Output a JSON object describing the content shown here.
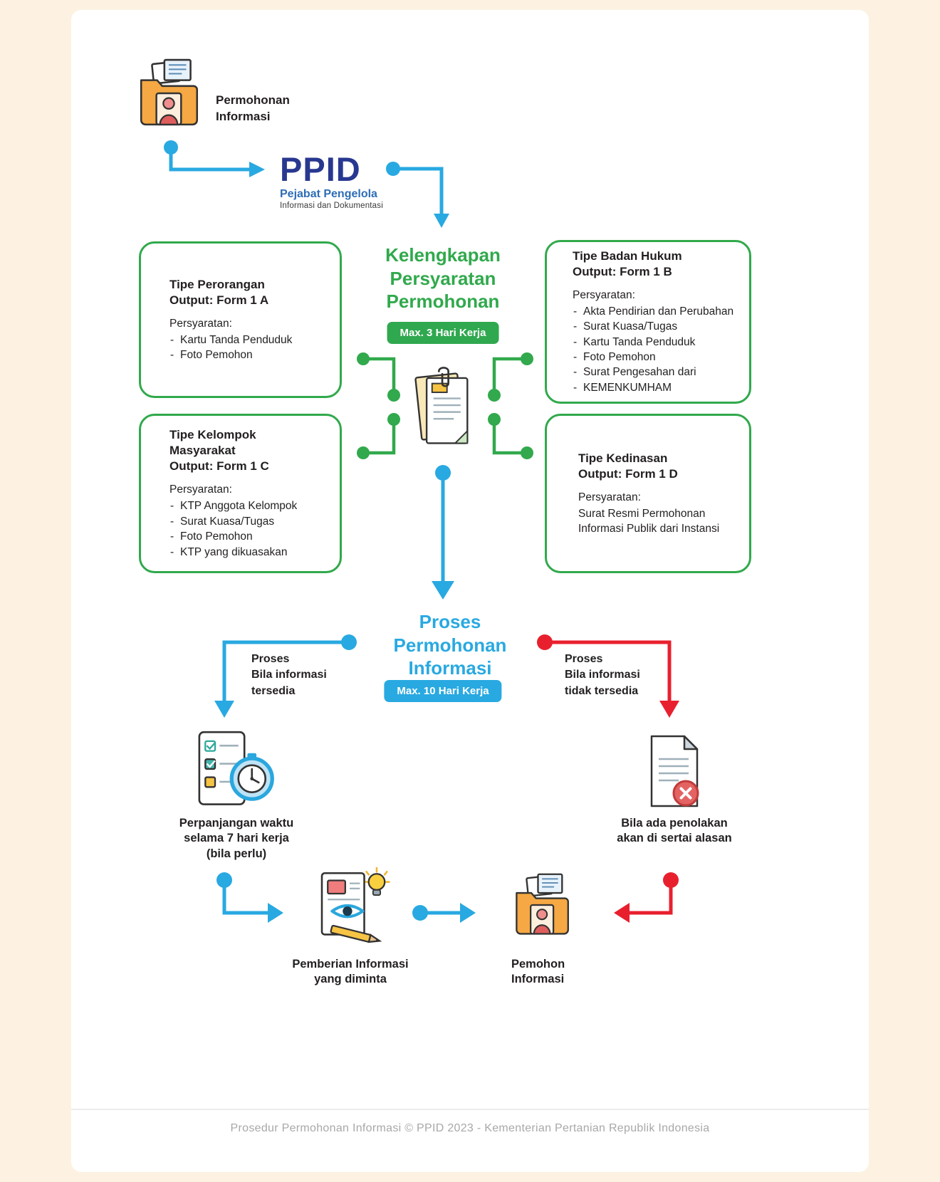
{
  "colors": {
    "background": "#fdf2e2",
    "green": "#31a94c",
    "blue": "#29a9e1",
    "red": "#e8202e",
    "navy": "#283890"
  },
  "start": {
    "label": "Permohonan\nInformasi"
  },
  "ppid": {
    "acronym": "PPID",
    "subtitle1": "Pejabat Pengelola",
    "subtitle2": "Informasi dan Dokumentasi"
  },
  "stage1": {
    "title": "Kelengkapan\nPersyaratan\nPermohonan",
    "badge": "Max. 3 Hari Kerja"
  },
  "boxes": [
    {
      "title": "Tipe Perorangan\nOutput: Form 1 A",
      "requirements_label": "Persyaratan:",
      "items": [
        "Kartu Tanda Penduduk",
        "Foto Pemohon"
      ]
    },
    {
      "title": "Tipe Badan Hukum\nOutput: Form 1 B",
      "requirements_label": "Persyaratan:",
      "items": [
        "Akta Pendirian dan Perubahan",
        "Surat Kuasa/Tugas",
        "Kartu Tanda Penduduk",
        "Foto Pemohon",
        "Surat Pengesahan dari",
        "KEMENKUMHAM"
      ]
    },
    {
      "title": "Tipe Kelompok\nMasyarakat\nOutput: Form 1 C",
      "requirements_label": "Persyaratan:",
      "items": [
        "KTP Anggota Kelompok",
        "Surat Kuasa/Tugas",
        "Foto Pemohon",
        "KTP yang dikuasakan"
      ]
    },
    {
      "title": "Tipe Kedinasan\nOutput: Form 1 D",
      "requirements_label": "Persyaratan:",
      "body": "Surat Resmi Permohonan Informasi Publik dari Instansi"
    }
  ],
  "stage2": {
    "title": "Proses\nPermohonan\nInformasi",
    "badge": "Max. 10 Hari Kerja"
  },
  "branch_available": "Proses\nBila informasi\ntersedia",
  "branch_unavailable": "Proses\nBila informasi\ntidak tersedia",
  "extension_label": "Perpanjangan waktu\nselama 7 hari kerja\n(bila perlu)",
  "rejection_label": "Bila ada penolakan\nakan di sertai alasan",
  "delivery_label": "Pemberian Informasi\nyang diminta",
  "applicant_label": "Pemohon\nInformasi",
  "footer": "Prosedur Permohonan Informasi © PPID 2023 - Kementerian Pertanian Republik Indonesia"
}
